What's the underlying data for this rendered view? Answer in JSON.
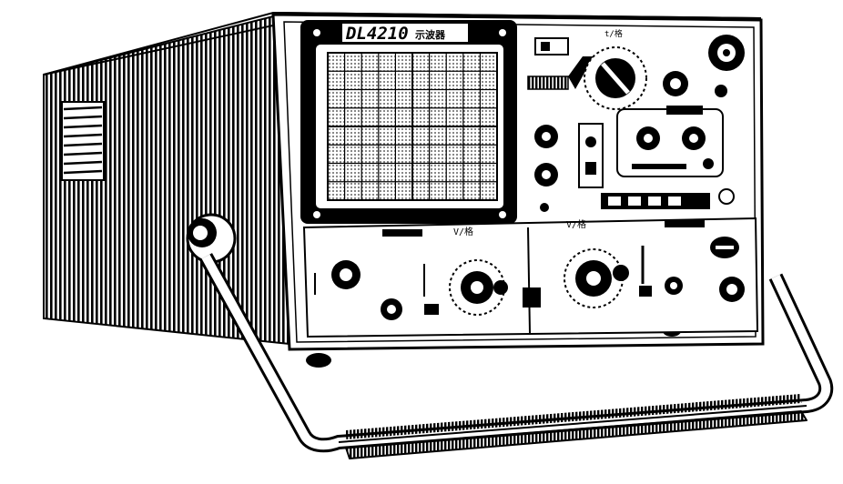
{
  "device": {
    "model_label": "DL4210",
    "model_subtitle": "示波器",
    "vdiv_label_left": "V/格",
    "vdiv_label_right": "V/格",
    "timebase_label": "t/格"
  },
  "colors": {
    "ink": "#000000",
    "paper": "#ffffff",
    "screen_dots": "#555555"
  }
}
